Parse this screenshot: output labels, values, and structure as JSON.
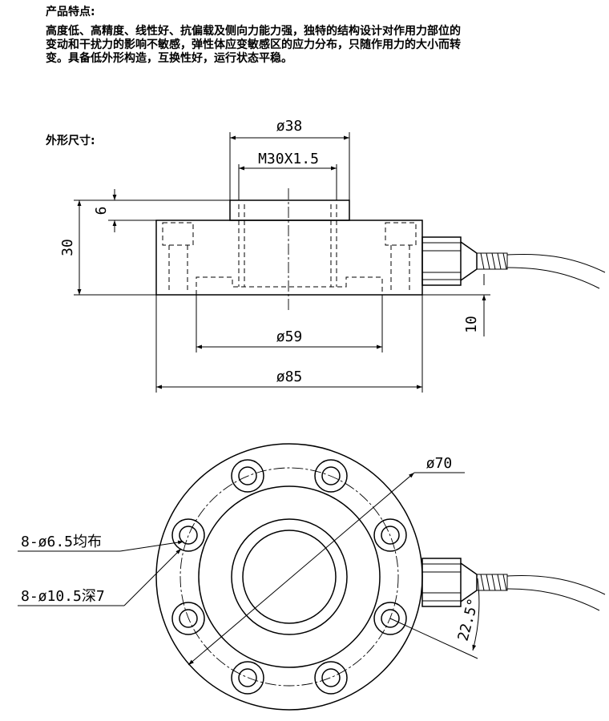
{
  "headings": {
    "features": "产品特点:",
    "dimensions": "外形尺寸:"
  },
  "features_lines": [
    "高度低、高精度、线性好、抗偏载及侧向力能力强，独特的结构设计对作用力部位的",
    "变动和干扰力的影响不敏感，弹性体应变敏感区的应力分布，只随作用力的大小而转",
    "变。具备低外形构造，互换性好，运行状态平稳。"
  ],
  "dimensions": {
    "top_boss_dia": "ø38",
    "thread": "M30X1.5",
    "boss_height": "6",
    "total_height": "30",
    "bottom_dia": "ø59",
    "outer_dia": "ø85",
    "connector_height": "10",
    "bolt_circle_dia": "ø70",
    "through_holes": "8-ø6.5均布",
    "counterbores": "8-ø10.5深7",
    "angle": "22.5°"
  }
}
